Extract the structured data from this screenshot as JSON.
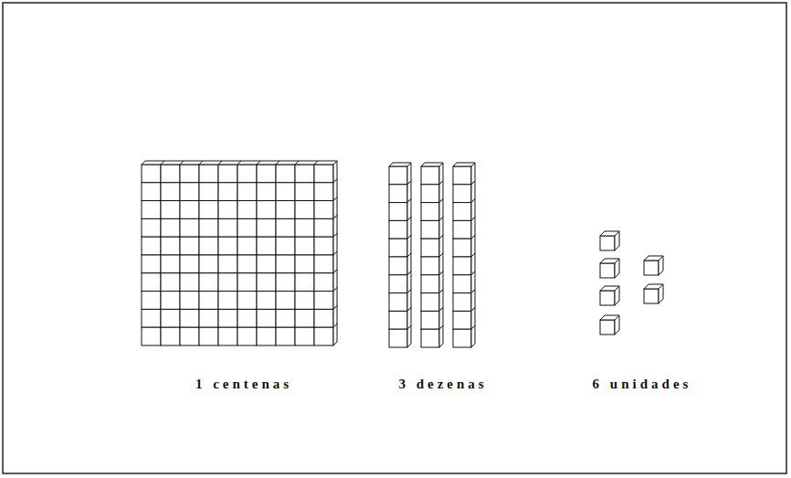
{
  "diagram": {
    "labels": [
      "1 centenas",
      "3 dezenas",
      "6 unidades"
    ]
  }
}
